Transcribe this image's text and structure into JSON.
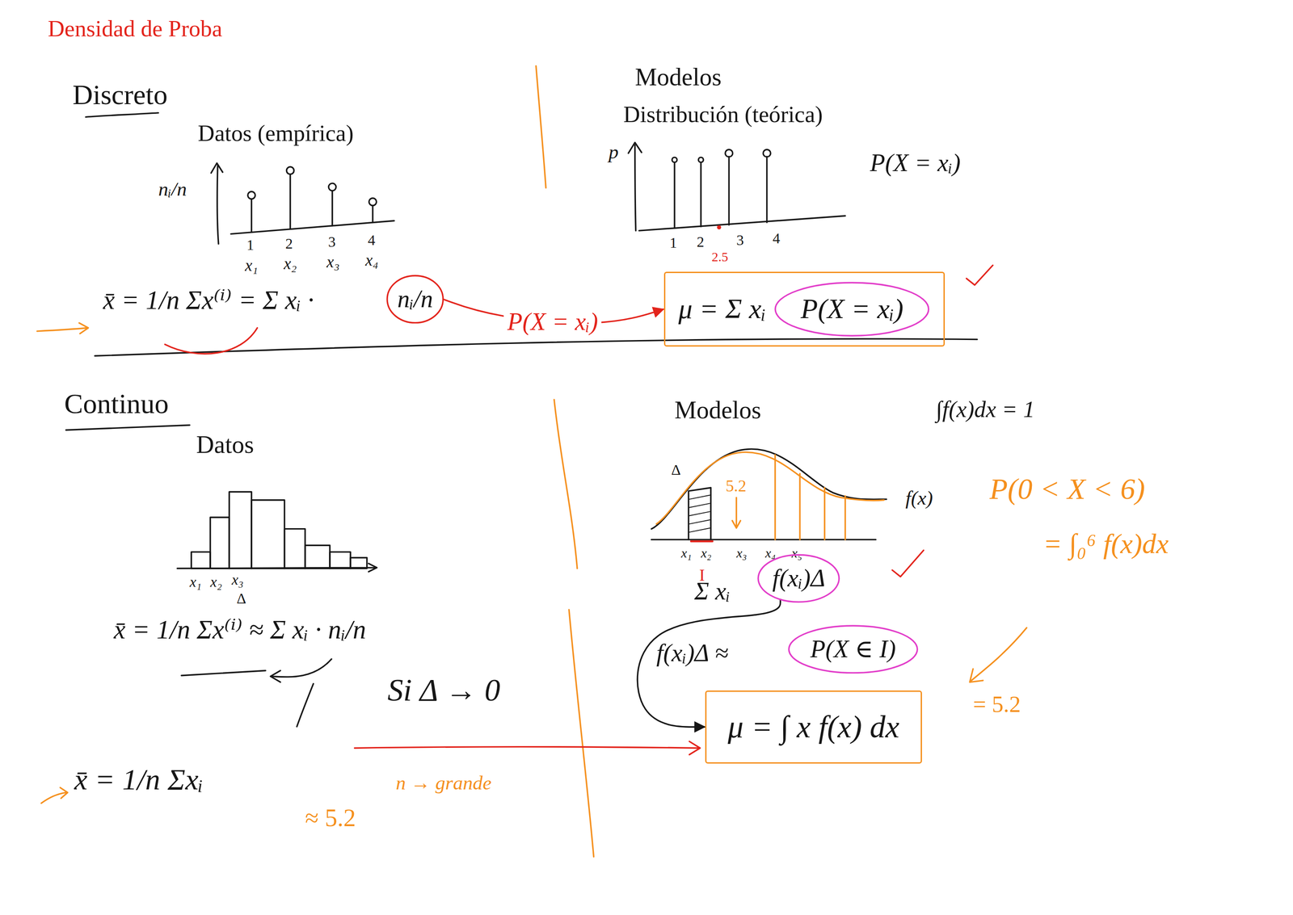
{
  "diagram": {
    "title": "Densidad de Proba",
    "nodes": [
      {
        "text": [
          "nᵢ/n"
        ]
      },
      {
        "text": [
          "μ = Σ xᵢ"
        ]
      },
      {
        "text": [
          "P(X = xᵢ)"
        ],
        "in": 1
      },
      {
        "text": [
          "f(xᵢ)Δ"
        ]
      },
      {
        "text": [
          "P(X ∈ I)"
        ]
      },
      {
        "text": [
          "μ = ∫ x f(x) dx"
        ]
      }
    ],
    "edges": [
      {
        "from": 0,
        "to": 1,
        "arrow": "to",
        "label": "P(X = xᵢ)"
      },
      {
        "from": 3,
        "to": 5,
        "arrow": "to"
      }
    ],
    "labels": [
      "Discreto",
      "Datos (empírica)",
      "nᵢ/n",
      "1",
      "2",
      "3",
      "4",
      "x₁",
      "x₂",
      "x₃",
      "x₄",
      "x̄ = 1/n Σx⁽ⁱ⁾ = Σ xᵢ ·",
      "Modelos",
      "Distribución (teórica)",
      "p",
      "1",
      "2",
      "2.5",
      "3",
      "4",
      "P(X = xᵢ)",
      "Continuo",
      "Datos",
      "x₁",
      "x₂",
      "x₃",
      "Δ",
      "x̄ = 1/n Σx⁽ⁱ⁾ ≈ Σ xᵢ · nᵢ/n",
      "Si Δ → 0",
      "x̄ = 1/n Σxᵢ",
      "n → grande",
      "≈ 5.2",
      "Modelos",
      "∫f(x)dx = 1",
      "Δ",
      "5.2",
      "f(x)",
      "x₁",
      "x₂",
      "x₃",
      "x₄",
      "x₅",
      "I",
      "P(0 < X < 6)",
      "= ∫₀⁶ f(x)dx",
      "Σ xᵢ",
      "f(xᵢ)Δ ≈",
      "= 5.2"
    ]
  }
}
